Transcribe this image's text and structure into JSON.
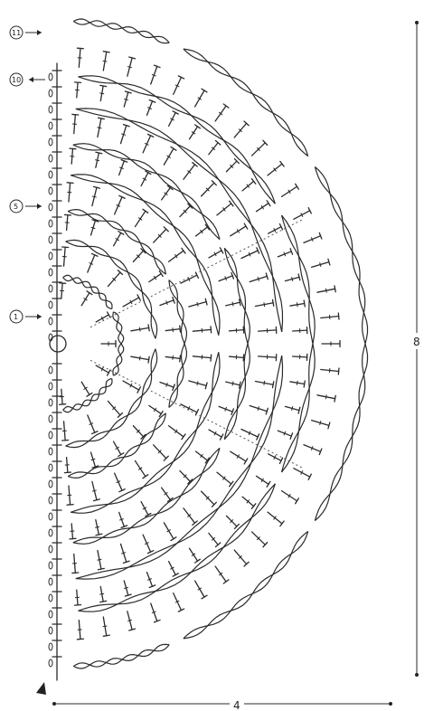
{
  "diagram": {
    "type": "crochet-chart",
    "row_markers": [
      {
        "label": "11",
        "arrow": "in"
      },
      {
        "label": "10",
        "arrow": "out"
      },
      {
        "label": "5",
        "arrow": "in"
      },
      {
        "label": "1",
        "arrow": "in"
      }
    ],
    "rounds_total": 11,
    "height_label": "8",
    "width_label": "4",
    "colors": {
      "ink": "#2a2a2a",
      "background": "#ffffff"
    }
  }
}
